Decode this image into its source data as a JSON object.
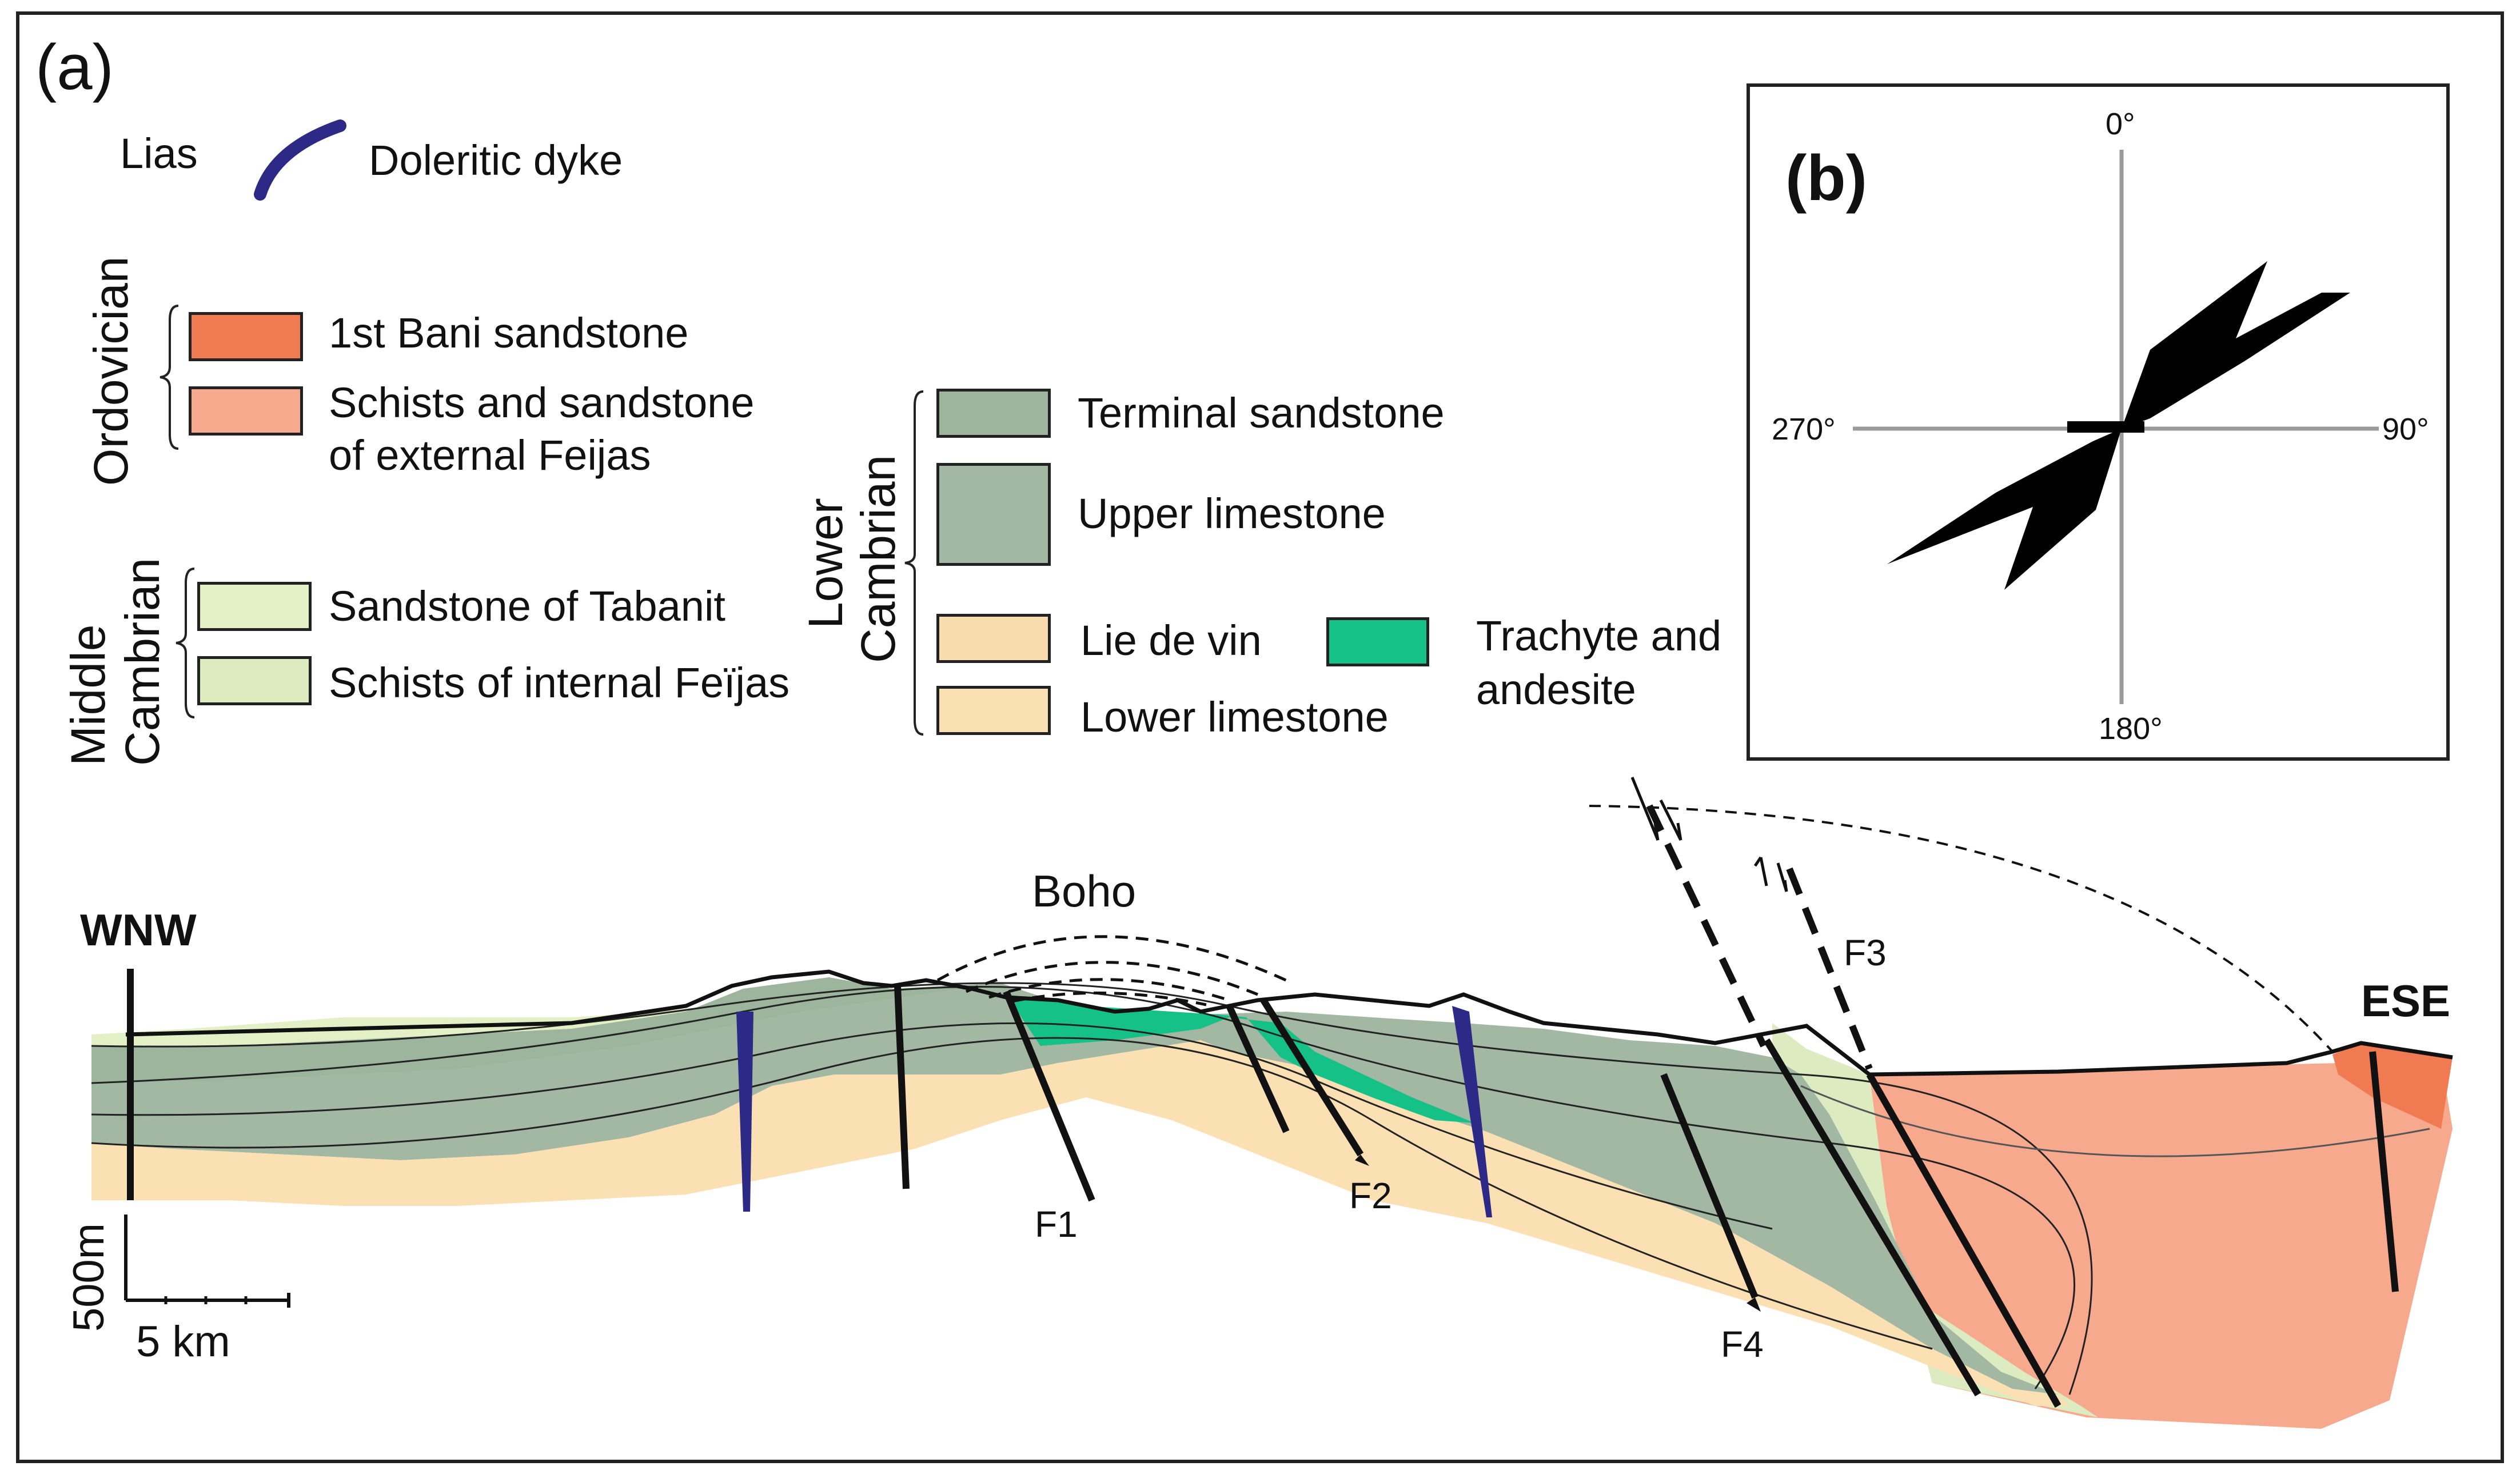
{
  "panels": {
    "a": "(a)",
    "b": "(b)"
  },
  "legend": {
    "lias": "Lias",
    "dyke": "Doleritic dyke",
    "groups": {
      "ordovician": "Ordovician",
      "middle_cambrian_1": "Middle",
      "middle_cambrian_2": "Cambrian",
      "lower_cambrian_1": "Lower",
      "lower_cambrian_2": "Cambrian"
    },
    "units": {
      "bani": "1st Bani sandstone",
      "schists_ext_1": "Schists and sandstone",
      "schists_ext_2": "of external Feijas",
      "tabanit": "Sandstone of Tabanit",
      "schists_int": "Schists of internal Feïjas",
      "terminal": "Terminal sandstone",
      "upper_lime": "Upper limestone",
      "lie_de_vin": "Lie de vin",
      "lower_lime": "Lower limestone",
      "trachyte_1": "Trachyte and",
      "trachyte_2": "andesite"
    },
    "colors": {
      "bani": "#f07a52",
      "schists_ext": "#f7a98e",
      "tabanit": "#e3efc4",
      "schists_int": "#dcebc0",
      "terminal": "#9db59c",
      "upper_lime": "#a3b8a2",
      "lie_de_vin": "#f9dcae",
      "lower_lime": "#fbe0b4",
      "trachyte": "#16c187",
      "dyke": "#2c2a86"
    }
  },
  "rose": {
    "labels": {
      "n": "0°",
      "e": "90°",
      "s": "180°",
      "w": "270°"
    }
  },
  "section": {
    "wnw": "WNW",
    "ese": "ESE",
    "boho": "Boho",
    "faults": {
      "f1": "F1",
      "f2": "F2",
      "f3": "F3",
      "f4": "F4"
    },
    "scale_v": "500m",
    "scale_h": "5 km"
  }
}
